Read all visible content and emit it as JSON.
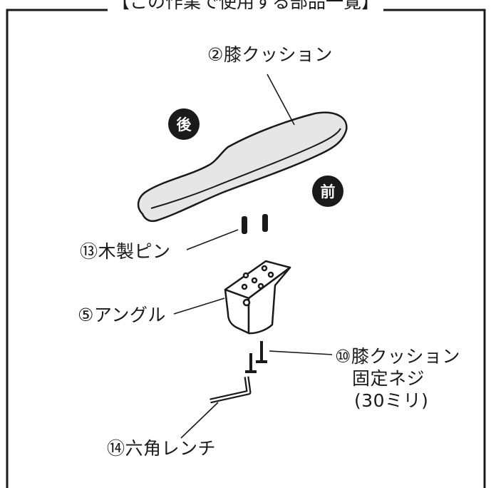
{
  "title": "【この作業で使用する部品一覧】",
  "parts": {
    "knee_cushion": "②膝クッション",
    "wooden_pin": "⑬木製ピン",
    "angle": "⑤アングル",
    "screw_line1": "⑩膝クッション",
    "screw_line2": "固定ネジ",
    "screw_line3": "(30ミリ)",
    "hex_wrench": "⑭六角レンチ"
  },
  "badges": {
    "rear": "後",
    "front": "前"
  },
  "colors": {
    "ink": "#1a1a1a",
    "cushion_fill": "#e6e6e6",
    "background": "#ffffff"
  }
}
